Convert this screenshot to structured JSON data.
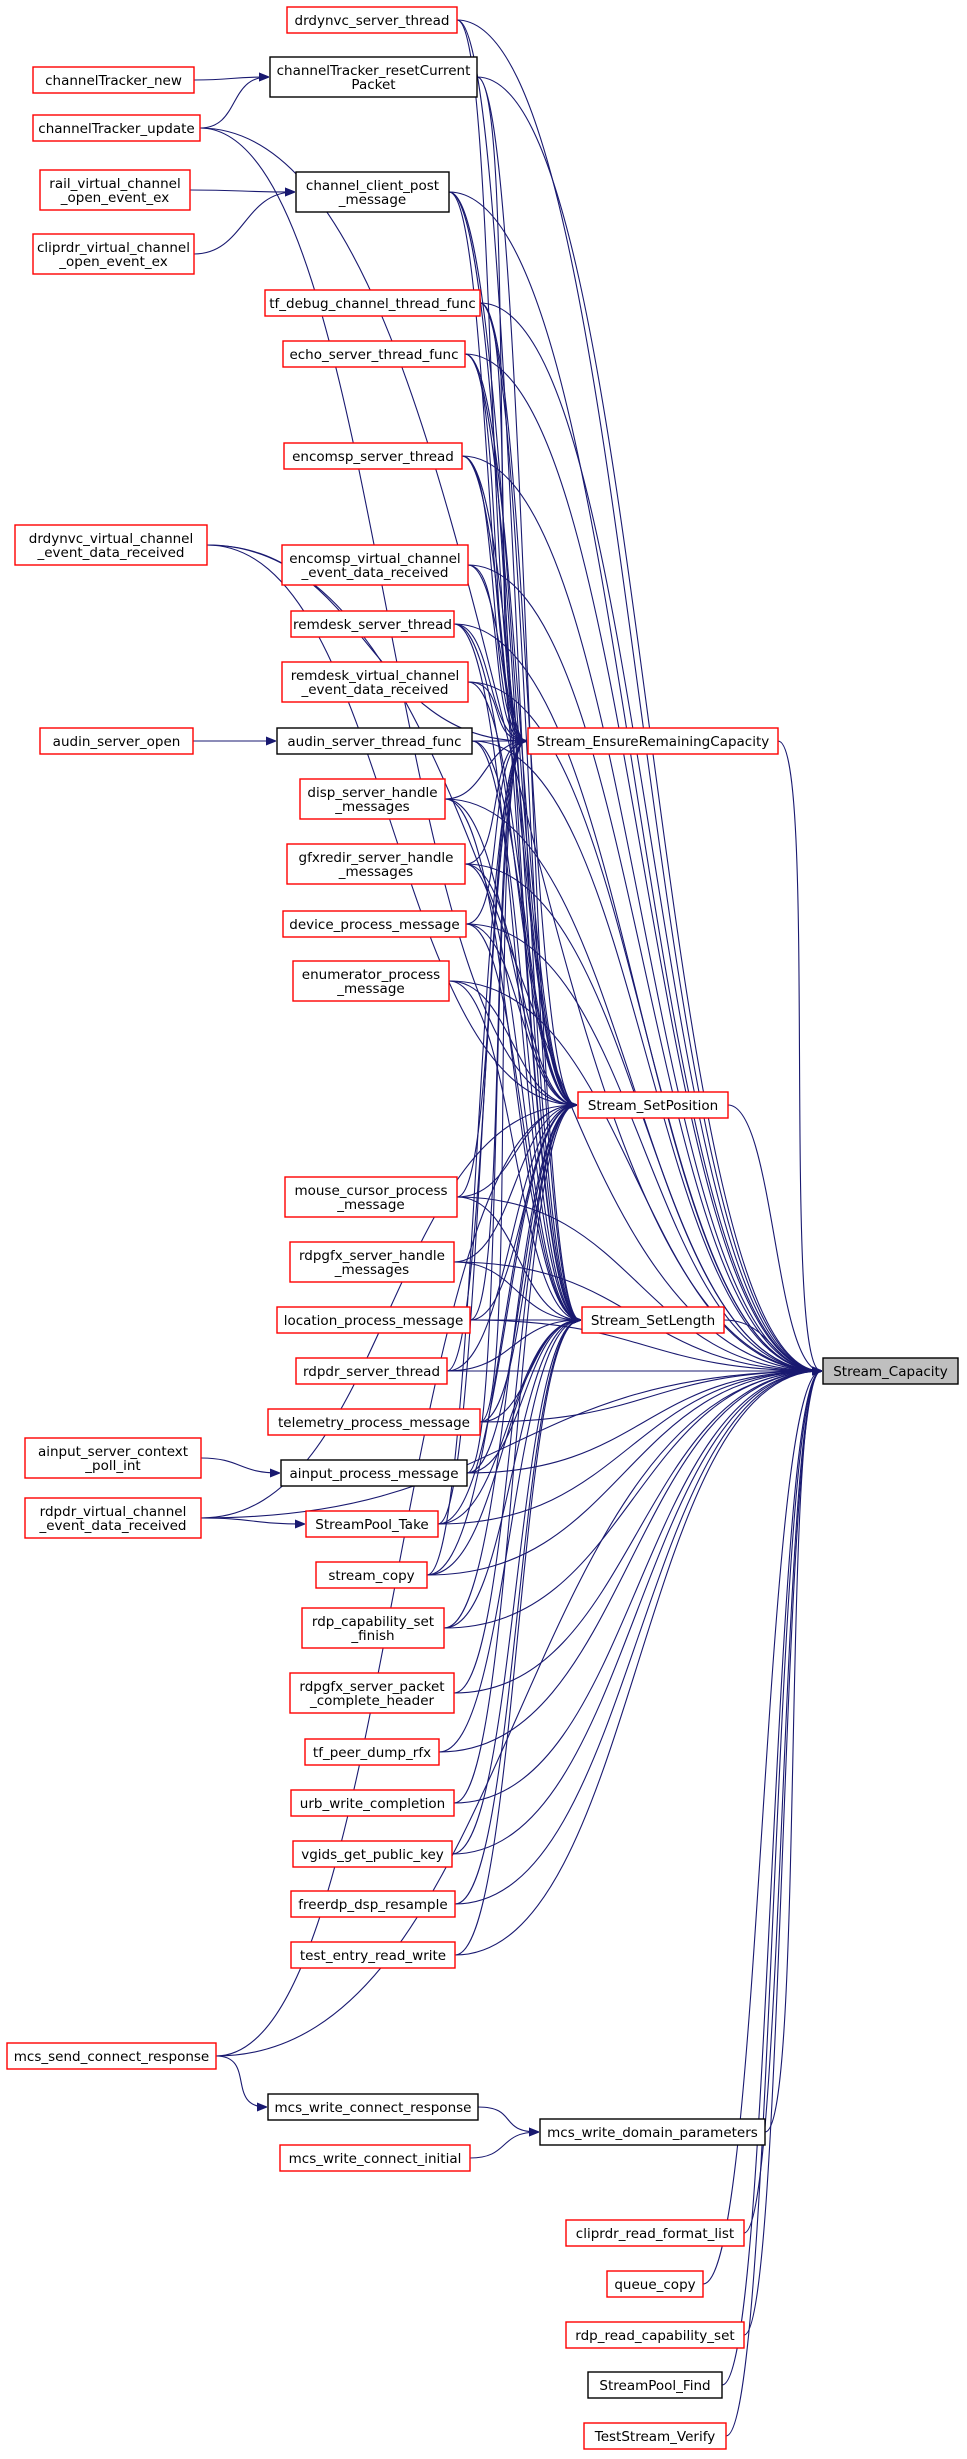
{
  "graph": {
    "target": "Stream_Capacity",
    "colors": {
      "edge": "#191970",
      "caller_border": "#ff0000",
      "plain_border": "#000000",
      "focus_fill": "#bfbfbf"
    },
    "nodes": [
      {
        "id": "drdynvc_server_thread",
        "lines": [
          "drdynvc_server_thread"
        ],
        "style": "red"
      },
      {
        "id": "channelTracker_resetCurrentPacket",
        "lines": [
          "channelTracker_resetCurrent",
          "Packet"
        ],
        "style": "black"
      },
      {
        "id": "channelTracker_new",
        "lines": [
          "channelTracker_new"
        ],
        "style": "red"
      },
      {
        "id": "channelTracker_update",
        "lines": [
          "channelTracker_update"
        ],
        "style": "red"
      },
      {
        "id": "rail_virtual_channel_open_event_ex",
        "lines": [
          "rail_virtual_channel",
          "_open_event_ex"
        ],
        "style": "red"
      },
      {
        "id": "channel_client_post_message",
        "lines": [
          "channel_client_post",
          "_message"
        ],
        "style": "black"
      },
      {
        "id": "cliprdr_virtual_channel_open_event_ex",
        "lines": [
          "cliprdr_virtual_channel",
          "_open_event_ex"
        ],
        "style": "red"
      },
      {
        "id": "tf_debug_channel_thread_func",
        "lines": [
          "tf_debug_channel_thread_func"
        ],
        "style": "red"
      },
      {
        "id": "echo_server_thread_func",
        "lines": [
          "echo_server_thread_func"
        ],
        "style": "red"
      },
      {
        "id": "encomsp_server_thread",
        "lines": [
          "encomsp_server_thread"
        ],
        "style": "red"
      },
      {
        "id": "drdynvc_virtual_channel_event_data_received",
        "lines": [
          "drdynvc_virtual_channel",
          "_event_data_received"
        ],
        "style": "red"
      },
      {
        "id": "encomsp_virtual_channel_event_data_received",
        "lines": [
          "encomsp_virtual_channel",
          "_event_data_received"
        ],
        "style": "red"
      },
      {
        "id": "remdesk_server_thread",
        "lines": [
          "remdesk_server_thread"
        ],
        "style": "red"
      },
      {
        "id": "remdesk_virtual_channel_event_data_received",
        "lines": [
          "remdesk_virtual_channel",
          "_event_data_received"
        ],
        "style": "red"
      },
      {
        "id": "audin_server_open",
        "lines": [
          "audin_server_open"
        ],
        "style": "red"
      },
      {
        "id": "audin_server_thread_func",
        "lines": [
          "audin_server_thread_func"
        ],
        "style": "black"
      },
      {
        "id": "Stream_EnsureRemainingCapacity",
        "lines": [
          "Stream_EnsureRemainingCapacity"
        ],
        "style": "red"
      },
      {
        "id": "disp_server_handle_messages",
        "lines": [
          "disp_server_handle",
          "_messages"
        ],
        "style": "red"
      },
      {
        "id": "gfxredir_server_handle_messages",
        "lines": [
          "gfxredir_server_handle",
          "_messages"
        ],
        "style": "red"
      },
      {
        "id": "device_process_message",
        "lines": [
          "device_process_message"
        ],
        "style": "red"
      },
      {
        "id": "enumerator_process_message",
        "lines": [
          "enumerator_process",
          "_message"
        ],
        "style": "red"
      },
      {
        "id": "Stream_SetPosition",
        "lines": [
          "Stream_SetPosition"
        ],
        "style": "red"
      },
      {
        "id": "mouse_cursor_process_message",
        "lines": [
          "mouse_cursor_process",
          "_message"
        ],
        "style": "red"
      },
      {
        "id": "rdpgfx_server_handle_messages",
        "lines": [
          "rdpgfx_server_handle",
          "_messages"
        ],
        "style": "red"
      },
      {
        "id": "location_process_message",
        "lines": [
          "location_process_message"
        ],
        "style": "red"
      },
      {
        "id": "Stream_SetLength",
        "lines": [
          "Stream_SetLength"
        ],
        "style": "red"
      },
      {
        "id": "rdpdr_server_thread",
        "lines": [
          "rdpdr_server_thread"
        ],
        "style": "red"
      },
      {
        "id": "Stream_Capacity",
        "lines": [
          "Stream_Capacity"
        ],
        "style": "focus"
      },
      {
        "id": "telemetry_process_message",
        "lines": [
          "telemetry_process_message"
        ],
        "style": "red"
      },
      {
        "id": "ainput_server_context_poll_int",
        "lines": [
          "ainput_server_context",
          "_poll_int"
        ],
        "style": "red"
      },
      {
        "id": "ainput_process_message",
        "lines": [
          "ainput_process_message"
        ],
        "style": "black"
      },
      {
        "id": "rdpdr_virtual_channel_event_data_received",
        "lines": [
          "rdpdr_virtual_channel",
          "_event_data_received"
        ],
        "style": "red"
      },
      {
        "id": "StreamPool_Take",
        "lines": [
          "StreamPool_Take"
        ],
        "style": "red"
      },
      {
        "id": "stream_copy",
        "lines": [
          "stream_copy"
        ],
        "style": "red"
      },
      {
        "id": "rdp_capability_set_finish",
        "lines": [
          "rdp_capability_set",
          "_finish"
        ],
        "style": "red"
      },
      {
        "id": "rdpgfx_server_packet_complete_header",
        "lines": [
          "rdpgfx_server_packet",
          "_complete_header"
        ],
        "style": "red"
      },
      {
        "id": "tf_peer_dump_rfx",
        "lines": [
          "tf_peer_dump_rfx"
        ],
        "style": "red"
      },
      {
        "id": "urb_write_completion",
        "lines": [
          "urb_write_completion"
        ],
        "style": "red"
      },
      {
        "id": "vgids_get_public_key",
        "lines": [
          "vgids_get_public_key"
        ],
        "style": "red"
      },
      {
        "id": "freerdp_dsp_resample",
        "lines": [
          "freerdp_dsp_resample"
        ],
        "style": "red"
      },
      {
        "id": "test_entry_read_write",
        "lines": [
          "test_entry_read_write"
        ],
        "style": "red"
      },
      {
        "id": "mcs_send_connect_response",
        "lines": [
          "mcs_send_connect_response"
        ],
        "style": "red"
      },
      {
        "id": "mcs_write_connect_response",
        "lines": [
          "mcs_write_connect_response"
        ],
        "style": "black"
      },
      {
        "id": "mcs_write_domain_parameters",
        "lines": [
          "mcs_write_domain_parameters"
        ],
        "style": "black"
      },
      {
        "id": "mcs_write_connect_initial",
        "lines": [
          "mcs_write_connect_initial"
        ],
        "style": "red"
      },
      {
        "id": "cliprdr_read_format_list",
        "lines": [
          "cliprdr_read_format_list"
        ],
        "style": "red"
      },
      {
        "id": "queue_copy",
        "lines": [
          "queue_copy"
        ],
        "style": "red"
      },
      {
        "id": "rdp_read_capability_set",
        "lines": [
          "rdp_read_capability_set"
        ],
        "style": "red"
      },
      {
        "id": "StreamPool_Find",
        "lines": [
          "StreamPool_Find"
        ],
        "style": "black"
      },
      {
        "id": "TestStream_Verify",
        "lines": [
          "TestStream_Verify"
        ],
        "style": "red"
      }
    ],
    "edges": [
      [
        "channelTracker_new",
        "channelTracker_resetCurrentPacket"
      ],
      [
        "channelTracker_update",
        "channelTracker_resetCurrentPacket"
      ],
      [
        "rail_virtual_channel_open_event_ex",
        "channel_client_post_message"
      ],
      [
        "cliprdr_virtual_channel_open_event_ex",
        "channel_client_post_message"
      ],
      [
        "audin_server_open",
        "audin_server_thread_func"
      ],
      [
        "ainput_server_context_poll_int",
        "ainput_process_message"
      ],
      [
        "rdpdr_virtual_channel_event_data_received",
        "StreamPool_Take"
      ],
      [
        "mcs_send_connect_response",
        "mcs_write_connect_response"
      ],
      [
        "mcs_write_connect_response",
        "mcs_write_domain_parameters"
      ],
      [
        "mcs_write_connect_initial",
        "mcs_write_domain_parameters"
      ],
      [
        "drdynvc_server_thread",
        "Stream_EnsureRemainingCapacity"
      ],
      [
        "channelTracker_resetCurrentPacket",
        "Stream_EnsureRemainingCapacity"
      ],
      [
        "channel_client_post_message",
        "Stream_EnsureRemainingCapacity"
      ],
      [
        "tf_debug_channel_thread_func",
        "Stream_EnsureRemainingCapacity"
      ],
      [
        "echo_server_thread_func",
        "Stream_EnsureRemainingCapacity"
      ],
      [
        "encomsp_server_thread",
        "Stream_EnsureRemainingCapacity"
      ],
      [
        "drdynvc_virtual_channel_event_data_received",
        "Stream_EnsureRemainingCapacity"
      ],
      [
        "encomsp_virtual_channel_event_data_received",
        "Stream_EnsureRemainingCapacity"
      ],
      [
        "remdesk_server_thread",
        "Stream_EnsureRemainingCapacity"
      ],
      [
        "remdesk_virtual_channel_event_data_received",
        "Stream_EnsureRemainingCapacity"
      ],
      [
        "audin_server_thread_func",
        "Stream_EnsureRemainingCapacity"
      ],
      [
        "disp_server_handle_messages",
        "Stream_EnsureRemainingCapacity"
      ],
      [
        "gfxredir_server_handle_messages",
        "Stream_EnsureRemainingCapacity"
      ],
      [
        "device_process_message",
        "Stream_EnsureRemainingCapacity"
      ],
      [
        "mouse_cursor_process_message",
        "Stream_EnsureRemainingCapacity"
      ],
      [
        "location_process_message",
        "Stream_EnsureRemainingCapacity"
      ],
      [
        "rdpdr_server_thread",
        "Stream_EnsureRemainingCapacity"
      ],
      [
        "telemetry_process_message",
        "Stream_EnsureRemainingCapacity"
      ],
      [
        "ainput_process_message",
        "Stream_EnsureRemainingCapacity"
      ],
      [
        "StreamPool_Take",
        "Stream_EnsureRemainingCapacity"
      ],
      [
        "stream_copy",
        "Stream_EnsureRemainingCapacity"
      ],
      [
        "channelTracker_update",
        "Stream_SetPosition"
      ],
      [
        "channel_client_post_message",
        "Stream_SetPosition"
      ],
      [
        "tf_debug_channel_thread_func",
        "Stream_SetPosition"
      ],
      [
        "echo_server_thread_func",
        "Stream_SetPosition"
      ],
      [
        "encomsp_server_thread",
        "Stream_SetPosition"
      ],
      [
        "drdynvc_virtual_channel_event_data_received",
        "Stream_SetPosition"
      ],
      [
        "encomsp_virtual_channel_event_data_received",
        "Stream_SetPosition"
      ],
      [
        "remdesk_server_thread",
        "Stream_SetPosition"
      ],
      [
        "remdesk_virtual_channel_event_data_received",
        "Stream_SetPosition"
      ],
      [
        "audin_server_thread_func",
        "Stream_SetPosition"
      ],
      [
        "disp_server_handle_messages",
        "Stream_SetPosition"
      ],
      [
        "gfxredir_server_handle_messages",
        "Stream_SetPosition"
      ],
      [
        "device_process_message",
        "Stream_SetPosition"
      ],
      [
        "enumerator_process_message",
        "Stream_SetPosition"
      ],
      [
        "mouse_cursor_process_message",
        "Stream_SetPosition"
      ],
      [
        "rdpgfx_server_handle_messages",
        "Stream_SetPosition"
      ],
      [
        "location_process_message",
        "Stream_SetPosition"
      ],
      [
        "rdpdr_server_thread",
        "Stream_SetPosition"
      ],
      [
        "telemetry_process_message",
        "Stream_SetPosition"
      ],
      [
        "ainput_process_message",
        "Stream_SetPosition"
      ],
      [
        "rdpdr_virtual_channel_event_data_received",
        "Stream_SetPosition"
      ],
      [
        "StreamPool_Take",
        "Stream_SetPosition"
      ],
      [
        "stream_copy",
        "Stream_SetPosition"
      ],
      [
        "rdp_capability_set_finish",
        "Stream_SetPosition"
      ],
      [
        "rdpgfx_server_packet_complete_header",
        "Stream_SetPosition"
      ],
      [
        "urb_write_completion",
        "Stream_SetPosition"
      ],
      [
        "mcs_send_connect_response",
        "Stream_SetPosition"
      ],
      [
        "drdynvc_server_thread",
        "Stream_SetLength"
      ],
      [
        "channelTracker_resetCurrentPacket",
        "Stream_SetLength"
      ],
      [
        "channel_client_post_message",
        "Stream_SetLength"
      ],
      [
        "tf_debug_channel_thread_func",
        "Stream_SetLength"
      ],
      [
        "echo_server_thread_func",
        "Stream_SetLength"
      ],
      [
        "encomsp_server_thread",
        "Stream_SetLength"
      ],
      [
        "remdesk_server_thread",
        "Stream_SetLength"
      ],
      [
        "audin_server_thread_func",
        "Stream_SetLength"
      ],
      [
        "disp_server_handle_messages",
        "Stream_SetLength"
      ],
      [
        "gfxredir_server_handle_messages",
        "Stream_SetLength"
      ],
      [
        "device_process_message",
        "Stream_SetLength"
      ],
      [
        "enumerator_process_message",
        "Stream_SetLength"
      ],
      [
        "mouse_cursor_process_message",
        "Stream_SetLength"
      ],
      [
        "rdpgfx_server_handle_messages",
        "Stream_SetLength"
      ],
      [
        "location_process_message",
        "Stream_SetLength"
      ],
      [
        "rdpdr_server_thread",
        "Stream_SetLength"
      ],
      [
        "telemetry_process_message",
        "Stream_SetLength"
      ],
      [
        "ainput_process_message",
        "Stream_SetLength"
      ],
      [
        "StreamPool_Take",
        "Stream_SetLength"
      ],
      [
        "stream_copy",
        "Stream_SetLength"
      ],
      [
        "rdp_capability_set_finish",
        "Stream_SetLength"
      ],
      [
        "tf_peer_dump_rfx",
        "Stream_SetLength"
      ],
      [
        "vgids_get_public_key",
        "Stream_SetLength"
      ],
      [
        "freerdp_dsp_resample",
        "Stream_SetLength"
      ],
      [
        "test_entry_read_write",
        "Stream_SetLength"
      ],
      [
        "Stream_EnsureRemainingCapacity",
        "Stream_Capacity"
      ],
      [
        "Stream_SetPosition",
        "Stream_Capacity"
      ],
      [
        "Stream_SetLength",
        "Stream_Capacity"
      ],
      [
        "drdynvc_server_thread",
        "Stream_Capacity"
      ],
      [
        "channelTracker_resetCurrentPacket",
        "Stream_Capacity"
      ],
      [
        "channelTracker_update",
        "Stream_Capacity"
      ],
      [
        "channel_client_post_message",
        "Stream_Capacity"
      ],
      [
        "tf_debug_channel_thread_func",
        "Stream_Capacity"
      ],
      [
        "echo_server_thread_func",
        "Stream_Capacity"
      ],
      [
        "encomsp_server_thread",
        "Stream_Capacity"
      ],
      [
        "drdynvc_virtual_channel_event_data_received",
        "Stream_Capacity"
      ],
      [
        "encomsp_virtual_channel_event_data_received",
        "Stream_Capacity"
      ],
      [
        "remdesk_server_thread",
        "Stream_Capacity"
      ],
      [
        "remdesk_virtual_channel_event_data_received",
        "Stream_Capacity"
      ],
      [
        "audin_server_thread_func",
        "Stream_Capacity"
      ],
      [
        "disp_server_handle_messages",
        "Stream_Capacity"
      ],
      [
        "gfxredir_server_handle_messages",
        "Stream_Capacity"
      ],
      [
        "device_process_message",
        "Stream_Capacity"
      ],
      [
        "enumerator_process_message",
        "Stream_Capacity"
      ],
      [
        "mouse_cursor_process_message",
        "Stream_Capacity"
      ],
      [
        "rdpgfx_server_handle_messages",
        "Stream_Capacity"
      ],
      [
        "location_process_message",
        "Stream_Capacity"
      ],
      [
        "rdpdr_server_thread",
        "Stream_Capacity"
      ],
      [
        "telemetry_process_message",
        "Stream_Capacity"
      ],
      [
        "ainput_process_message",
        "Stream_Capacity"
      ],
      [
        "rdpdr_virtual_channel_event_data_received",
        "Stream_Capacity"
      ],
      [
        "StreamPool_Take",
        "Stream_Capacity"
      ],
      [
        "stream_copy",
        "Stream_Capacity"
      ],
      [
        "rdp_capability_set_finish",
        "Stream_Capacity"
      ],
      [
        "rdpgfx_server_packet_complete_header",
        "Stream_Capacity"
      ],
      [
        "tf_peer_dump_rfx",
        "Stream_Capacity"
      ],
      [
        "urb_write_completion",
        "Stream_Capacity"
      ],
      [
        "vgids_get_public_key",
        "Stream_Capacity"
      ],
      [
        "freerdp_dsp_resample",
        "Stream_Capacity"
      ],
      [
        "test_entry_read_write",
        "Stream_Capacity"
      ],
      [
        "mcs_send_connect_response",
        "Stream_Capacity"
      ],
      [
        "mcs_write_domain_parameters",
        "Stream_Capacity"
      ],
      [
        "cliprdr_read_format_list",
        "Stream_Capacity"
      ],
      [
        "queue_copy",
        "Stream_Capacity"
      ],
      [
        "rdp_read_capability_set",
        "Stream_Capacity"
      ],
      [
        "StreamPool_Find",
        "Stream_Capacity"
      ],
      [
        "TestStream_Verify",
        "Stream_Capacity"
      ]
    ]
  }
}
